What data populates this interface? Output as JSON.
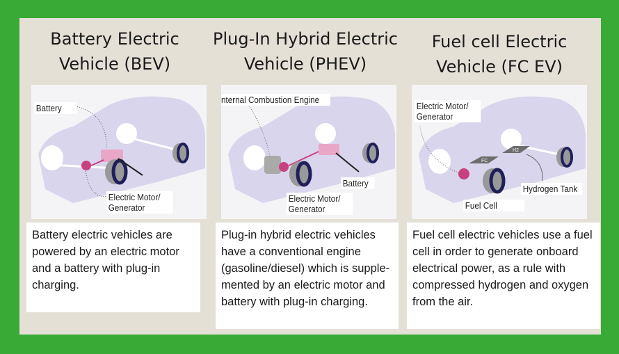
{
  "columns": [
    {
      "title_line1": "Battery Electric",
      "title_line2": "Vehicle (BEV)",
      "labels": {
        "battery": "Battery",
        "motor1": "Electric Motor/",
        "motor2": "Generator"
      },
      "description": "Battery electric vehicles are powered by an electric motor and a battery with plug-in charging."
    },
    {
      "title_line1": "Plug-In Hybrid Electric",
      "title_line2": "Vehicle (PHEV)",
      "labels": {
        "engine": "Internal Combustion Engine",
        "battery": "Battery",
        "motor1": "Electric Motor/",
        "motor2": "Generator"
      },
      "description": "Plug-in hybrid electric vehicles have a conventional engine (gasoline/diesel) which is supple-mented by an electric motor and battery with plug-in charging."
    },
    {
      "title_line1": "Fuel cell Electric",
      "title_line2": "Vehicle (FC EV)",
      "labels": {
        "motor1": "Electric Motor/",
        "motor2": "Generator",
        "hydrogen_tank": "Hydrogen Tank",
        "fuel_cell": "Fuel Cell",
        "fc_tag": "FC",
        "h2_tag": "H2"
      },
      "description": "Fuel cell electric vehicles use a fuel cell in order to generate onboard electrical power, as a rule with compressed hydrogen and oxygen from the air."
    }
  ],
  "colors": {
    "border": "#38aa35",
    "panel": "#e4e0d6",
    "car": "#d9d5ec",
    "motor": "#c8407f",
    "tire": "#1f1f5a"
  }
}
